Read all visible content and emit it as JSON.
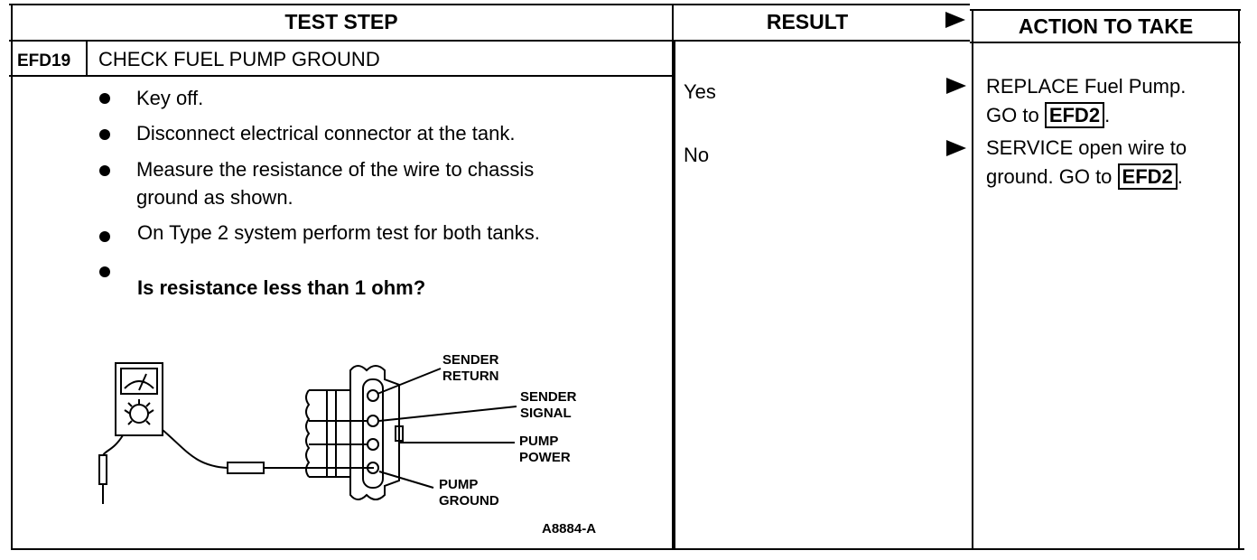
{
  "header": {
    "test_step": "TEST STEP",
    "result": "RESULT",
    "action": "ACTION TO TAKE"
  },
  "step": {
    "id": "EFD19",
    "title": "CHECK FUEL PUMP GROUND",
    "bullets": [
      "Key off.",
      "Disconnect electrical connector at the tank.",
      "Measure the resistance of the wire to chassis",
      "ground as shown.",
      "On Type 2 system perform test for both tanks.",
      "Is resistance less than 1 ohm?"
    ]
  },
  "diagram": {
    "labels": {
      "sender_return_1": "SENDER",
      "sender_return_2": "RETURN",
      "sender_signal_1": "SENDER",
      "sender_signal_2": "SIGNAL",
      "pump_power_1": "PUMP",
      "pump_power_2": "POWER",
      "pump_ground_1": "PUMP",
      "pump_ground_2": "GROUND"
    },
    "figure_id": "A8884-A"
  },
  "results": {
    "yes": "Yes",
    "no": "No"
  },
  "actions": {
    "yes_line1": "REPLACE Fuel Pump.",
    "yes_line2_prefix": "GO to",
    "yes_ref": "EFD2",
    "yes_suffix": ".",
    "no_line1": "SERVICE open wire to",
    "no_line2_prefix": "ground. GO to",
    "no_ref": "EFD2",
    "no_suffix": "."
  }
}
